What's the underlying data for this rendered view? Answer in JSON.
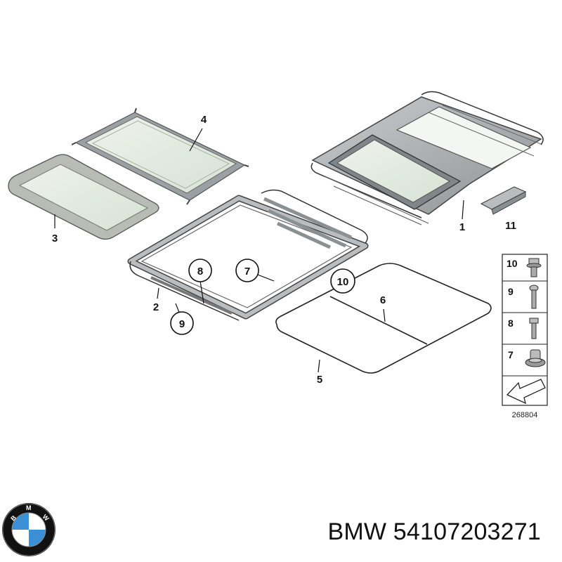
{
  "diagram": {
    "callouts": [
      {
        "id": "part-1",
        "label": "1"
      },
      {
        "id": "part-2",
        "label": "2"
      },
      {
        "id": "part-3",
        "label": "3"
      },
      {
        "id": "part-4",
        "label": "4"
      },
      {
        "id": "part-5",
        "label": "5"
      },
      {
        "id": "part-6",
        "label": "6"
      },
      {
        "id": "part-7-circled",
        "label": "7"
      },
      {
        "id": "part-8-circled",
        "label": "8"
      },
      {
        "id": "part-9-circled",
        "label": "9"
      },
      {
        "id": "part-10-circled",
        "label": "10"
      },
      {
        "id": "part-11",
        "label": "11"
      }
    ],
    "legend": {
      "items": [
        {
          "label": "10",
          "icon": "flange-bolt-icon"
        },
        {
          "label": "9",
          "icon": "long-screw-icon"
        },
        {
          "label": "8",
          "icon": "short-bolt-icon"
        },
        {
          "label": "7",
          "icon": "washer-screw-icon"
        }
      ],
      "arrow_icon": "direction-arrow-icon"
    },
    "diagram_code": "268804"
  },
  "brand": {
    "logo_icon": "bmw-roundel-icon",
    "logo_letters": "BMW",
    "name": "BMW",
    "part_number": "54107203271"
  },
  "colors": {
    "logo_blue": "#3b8fd4",
    "logo_black": "#111111",
    "glass_tint": "#dfe7dc"
  }
}
